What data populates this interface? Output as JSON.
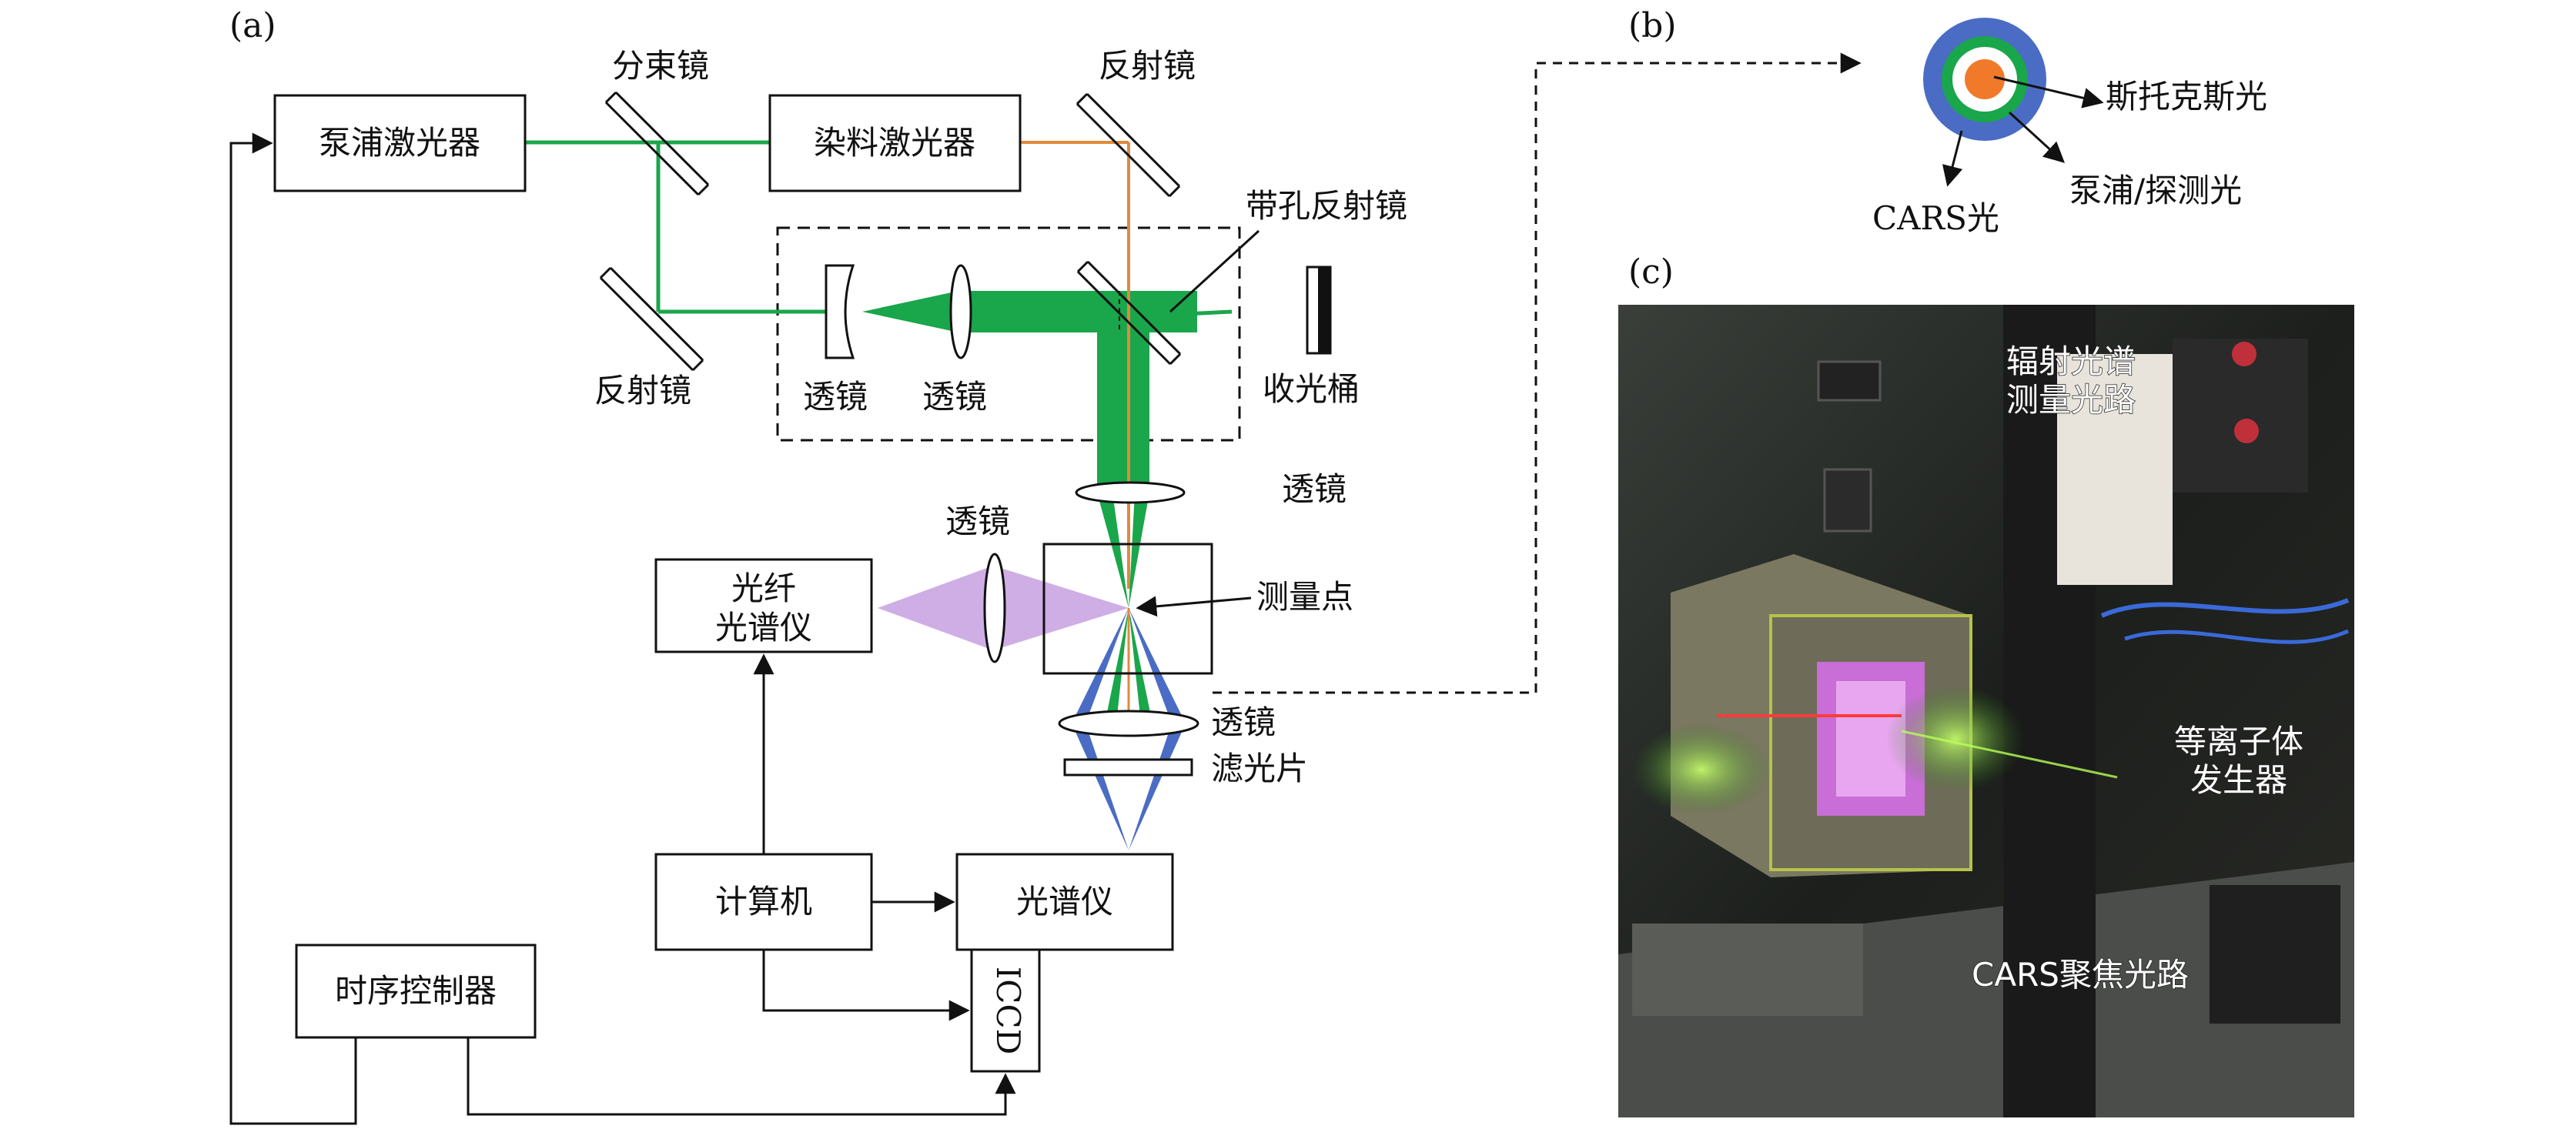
{
  "panels": {
    "a": "(a)",
    "b": "(b)",
    "c": "(c)"
  },
  "boxes": {
    "pump_laser": "泵浦激光器",
    "dye_laser": "染料激光器",
    "fiber_spectrometer_line1": "光纤",
    "fiber_spectrometer_line2": "光谱仪",
    "computer": "计算机",
    "spectrometer": "光谱仪",
    "timing_controller": "时序控制器",
    "iccd": "ICCD"
  },
  "labels": {
    "beam_splitter": "分束镜",
    "mirror_top": "反射镜",
    "mirror_left": "反射镜",
    "holed_mirror": "带孔反射镜",
    "lens_concave": "透镜",
    "lens_convex": "透镜",
    "beam_dump": "收光桶",
    "lens_focus": "透镜",
    "lens_collect": "透镜",
    "measure_point": "测量点",
    "lens_signal": "透镜",
    "filter": "滤光片"
  },
  "beam_profile": {
    "stokes": "斯托克斯光",
    "pump_probe": "泵浦/探测光",
    "cars": "CARS光"
  },
  "photo_labels": {
    "radiation_line1": "辐射光谱",
    "radiation_line2": "测量光路",
    "plasma_line1": "等离子体",
    "plasma_line2": "发生器",
    "cars_focus": "CARS聚焦光路"
  },
  "colors": {
    "pump_beam": "#1aa64a",
    "dye_beam": "#e08a3c",
    "cars_beam": "#4a6cc4",
    "emission_cone": "#cfaee6",
    "profile_outer": "#4a6cc4",
    "profile_middle": "#1aa64a",
    "profile_core": "#f07a2a"
  }
}
